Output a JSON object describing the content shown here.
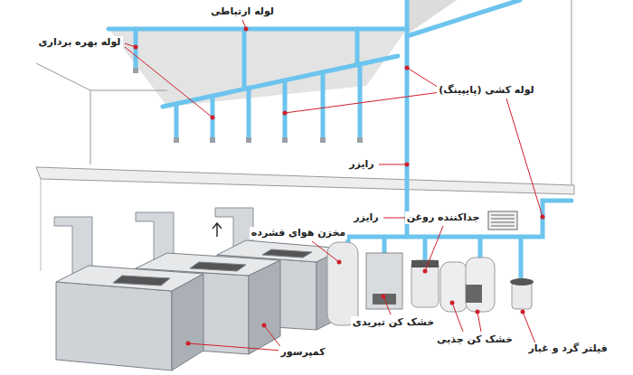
{
  "diagram": {
    "labels": [
      "لوله ارتباطی",
      "لوله بهره برداری",
      "لوله کشی (پایپینگ)",
      "رایزر",
      "رایزر",
      "مخزن هوای فشرده",
      "جداکننده روغن",
      "خشک کن تبریدی",
      "خشک کن جذبی",
      "فیلتر گرد و غبار",
      "کمپرسور"
    ]
  }
}
